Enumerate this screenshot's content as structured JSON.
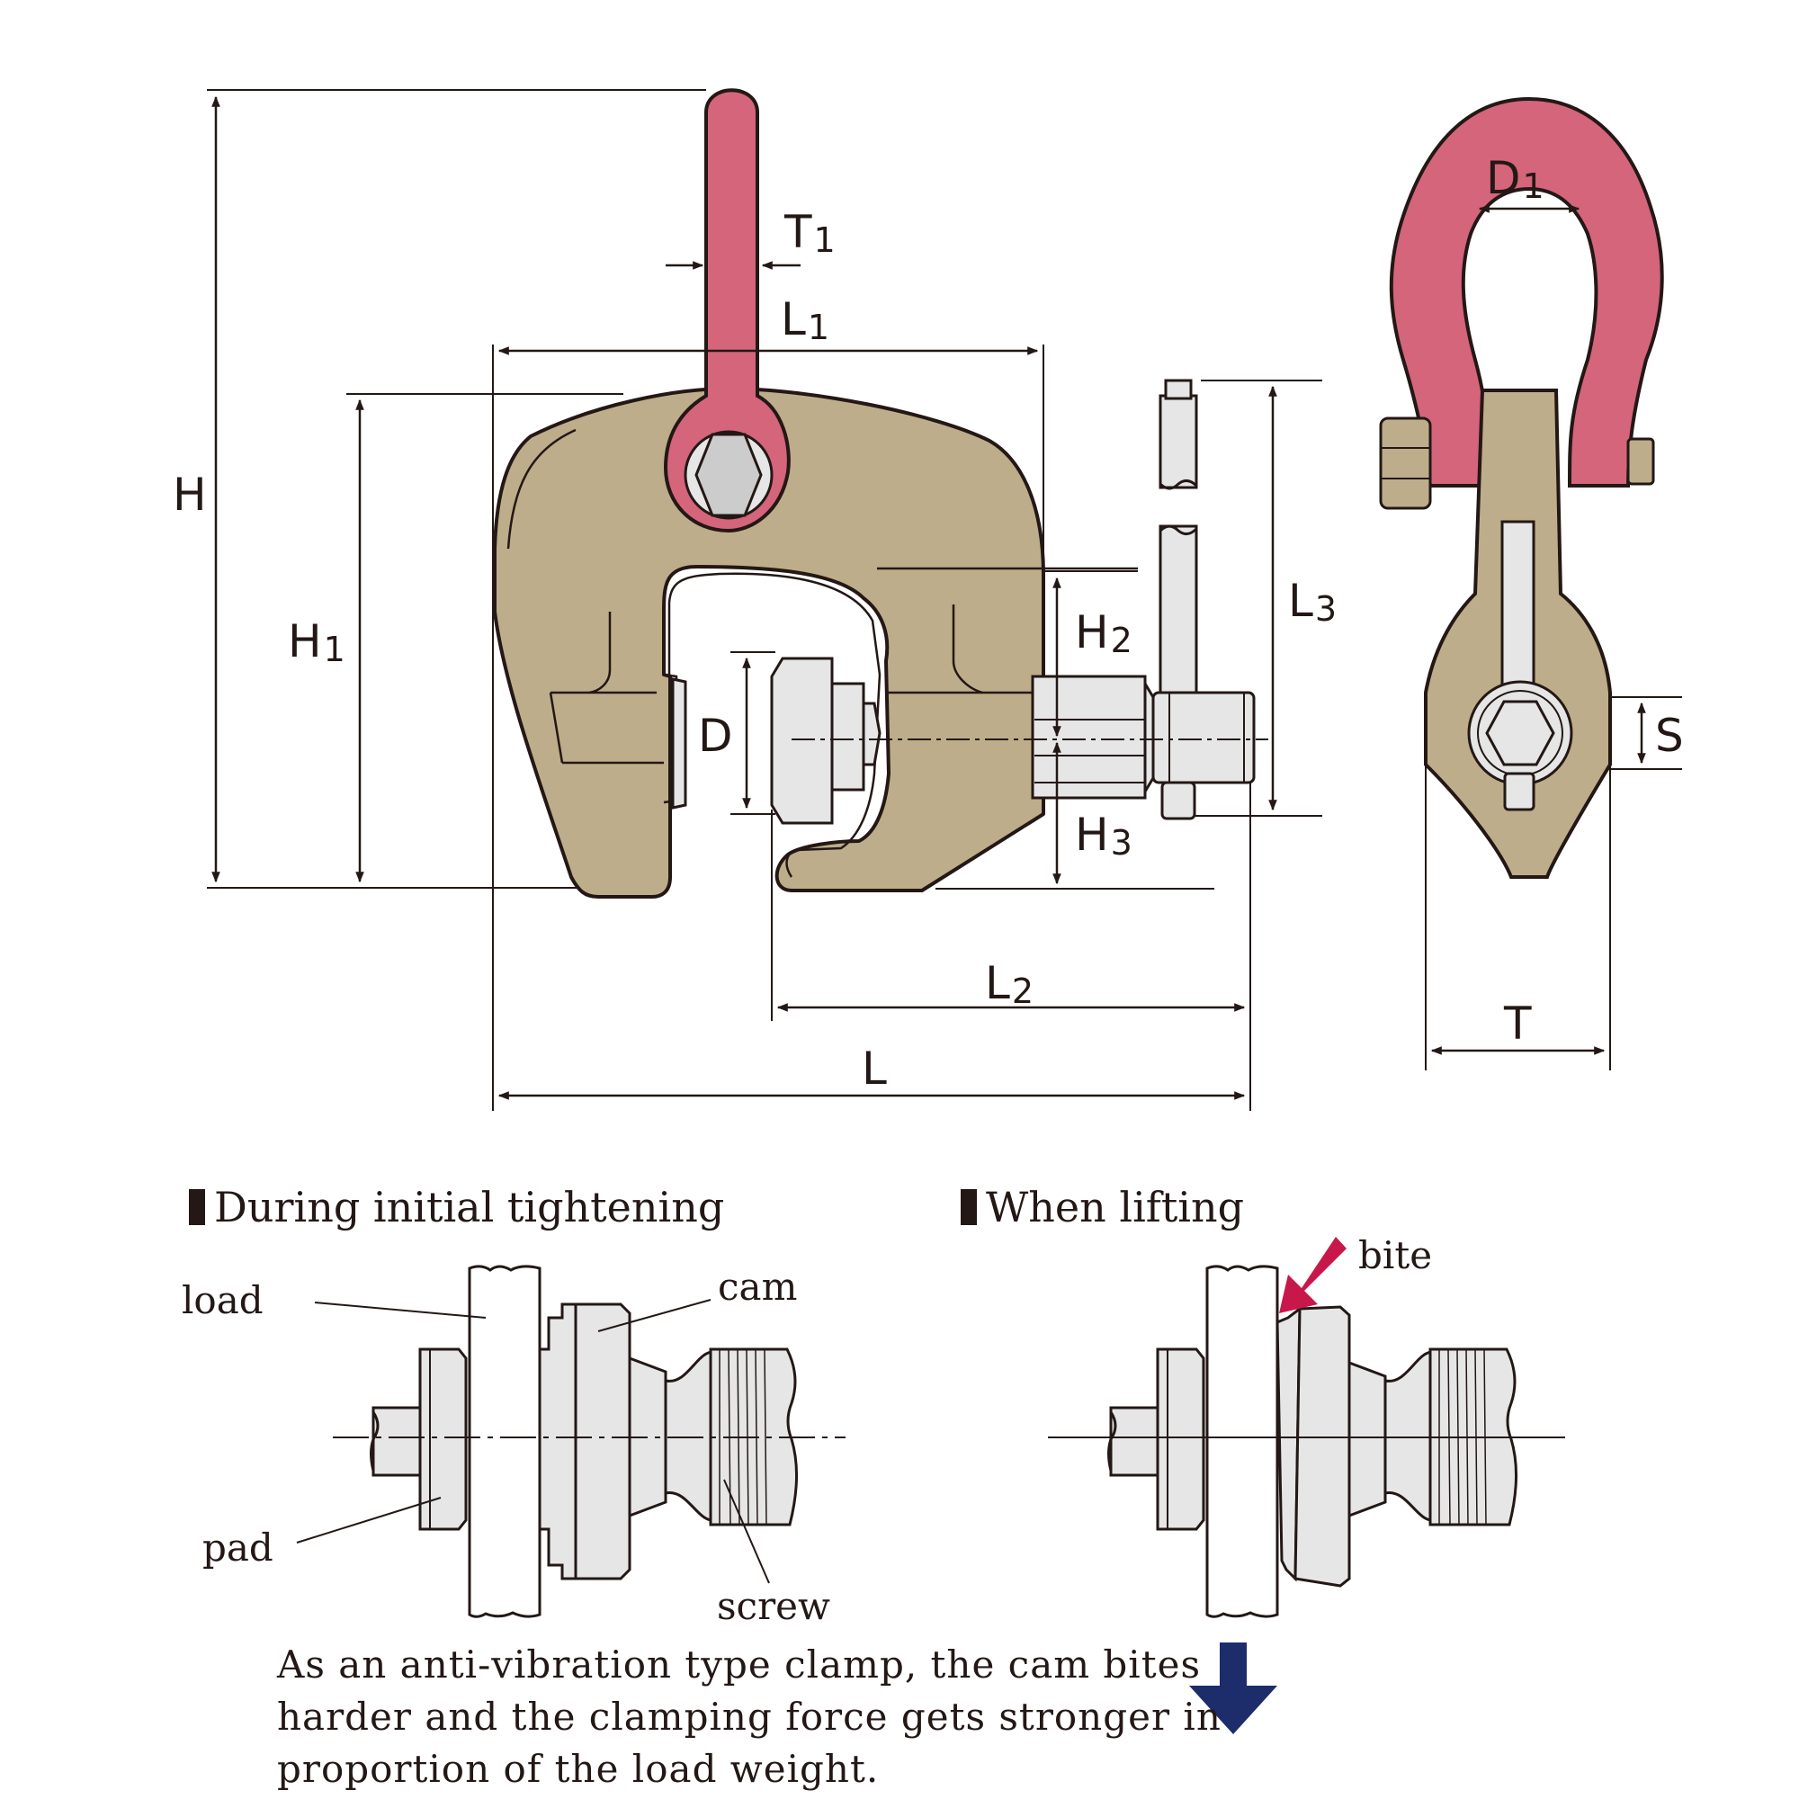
{
  "dimensions": {
    "H": "H",
    "H1": {
      "main": "H",
      "sub": "1"
    },
    "H2": {
      "main": "H",
      "sub": "2"
    },
    "H3": {
      "main": "H",
      "sub": "3"
    },
    "L": "L",
    "L1": {
      "main": "L",
      "sub": "1"
    },
    "L2": {
      "main": "L",
      "sub": "2"
    },
    "L3": {
      "main": "L",
      "sub": "3"
    },
    "T": "T",
    "T1": {
      "main": "T",
      "sub": "1"
    },
    "D": "D",
    "D1": {
      "main": "D",
      "sub": "1"
    },
    "S": "S"
  },
  "panels": {
    "tightening": {
      "heading": "During initial tightening",
      "labels": {
        "load": "load",
        "cam": "cam",
        "pad": "pad",
        "screw": "screw"
      }
    },
    "lifting": {
      "heading": "When lifting",
      "labels": {
        "bite": "bite"
      }
    }
  },
  "note": {
    "line1": "As an anti-vibration type clamp, the cam bites",
    "line2": "harder and the clamping force gets stronger in",
    "line3": "proportion of the load weight."
  },
  "colors": {
    "body": "#bead8a",
    "shackle": "#d4657a",
    "steel": "#e6e6e6",
    "outline": "#231815",
    "arrow_red": "#c8174b",
    "arrow_navy": "#1d2c6b"
  },
  "icons": {
    "bite_arrow": "diagonal-arrow-icon",
    "down_arrow": "down-arrow-icon"
  }
}
